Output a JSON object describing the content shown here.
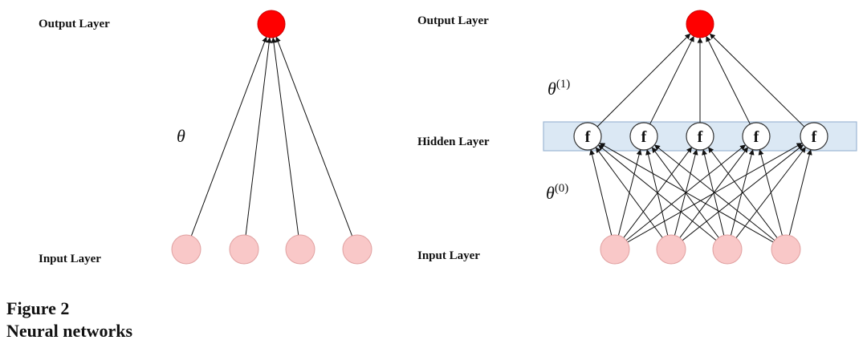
{
  "left_network": {
    "output_label": "Output Layer",
    "input_label": "Input Layer",
    "weight_label": "θ",
    "input_node_count": 4
  },
  "right_network": {
    "output_label": "Output Layer",
    "hidden_label": "Hidden Layer",
    "input_label": "Input Layer",
    "weight_top": {
      "symbol": "θ",
      "superscript": "(1)"
    },
    "weight_bottom": {
      "symbol": "θ",
      "superscript": "(0)"
    },
    "hidden_node_symbol": "f",
    "hidden_node_count": 5,
    "input_node_count": 4
  },
  "colors": {
    "output_node": "#ff0000",
    "input_node": "#f9c8c8",
    "hidden_band": "#dbe8f4",
    "hidden_band_border": "#9db7d4"
  },
  "caption": {
    "figure": "Figure 2",
    "title": "Neural networks"
  }
}
